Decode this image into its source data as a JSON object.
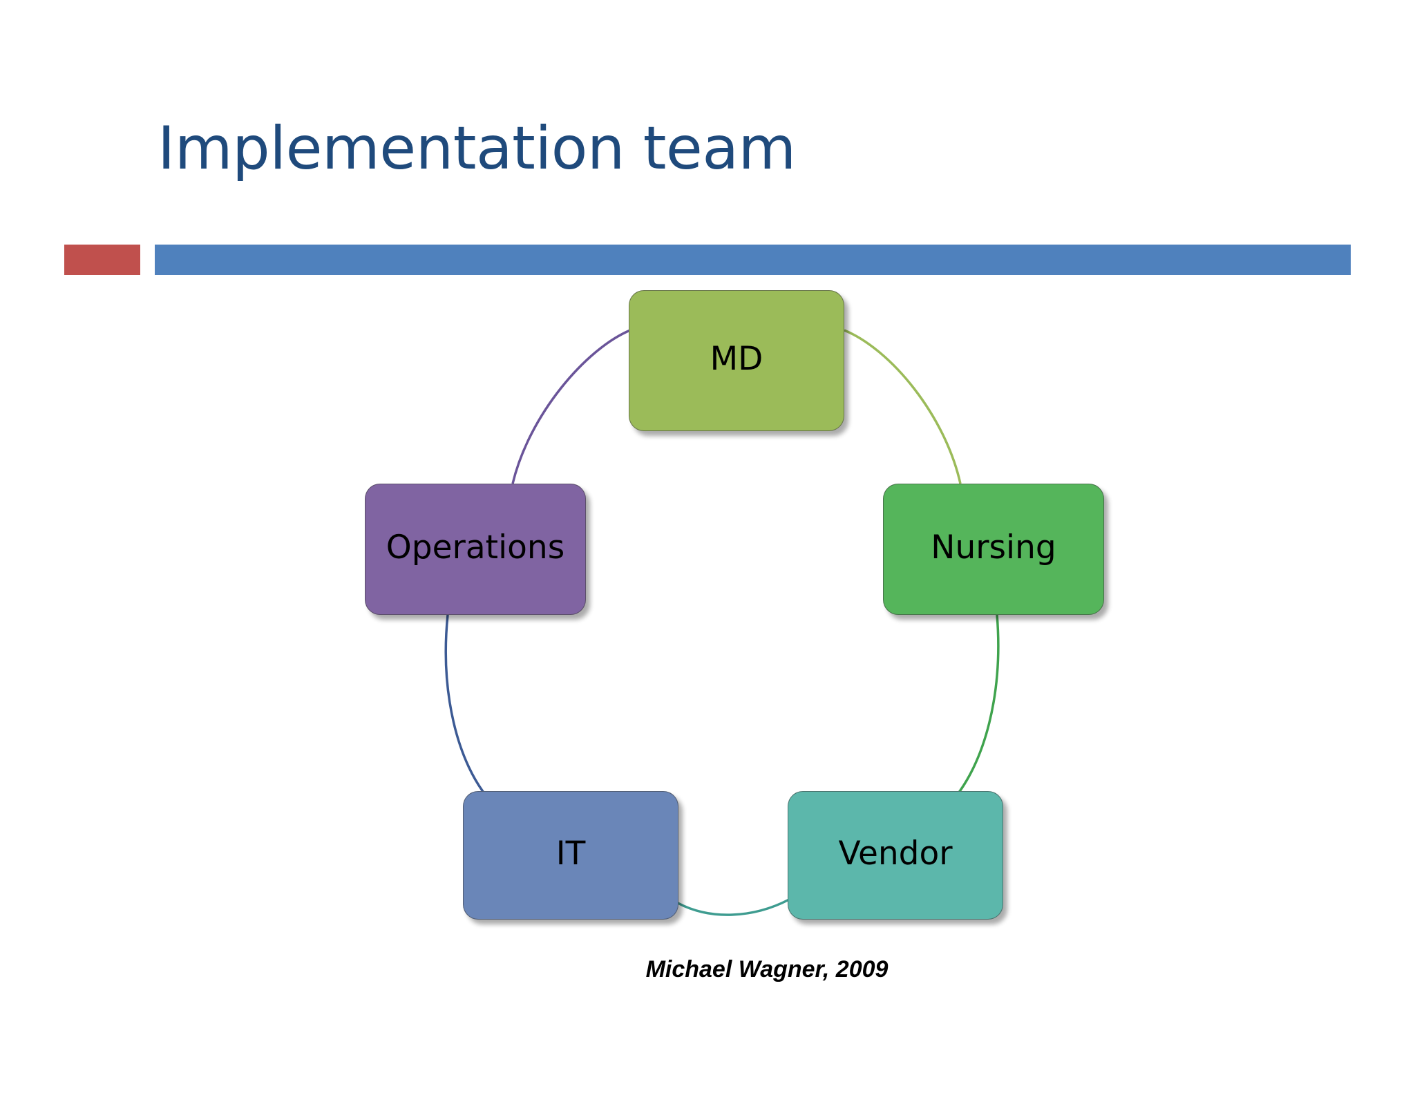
{
  "slide": {
    "title": "Implementation team",
    "title_color": "#1F4A7C",
    "background": "#ffffff",
    "caption": "Michael Wagner, 2009"
  },
  "divider": {
    "accent_color": "#C0504D",
    "bar_color": "#4F81BD"
  },
  "diagram": {
    "type": "cycle",
    "nodes": [
      {
        "id": "md",
        "label": "MD",
        "color": "#9BBB59",
        "position": "top"
      },
      {
        "id": "nursing",
        "label": "Nursing",
        "color": "#55B55B",
        "position": "right"
      },
      {
        "id": "vendor",
        "label": "Vendor",
        "color": "#5CB7AB",
        "position": "bottom-right"
      },
      {
        "id": "it",
        "label": "IT",
        "color": "#6A86B8",
        "position": "bottom-left"
      },
      {
        "id": "operations",
        "label": "Operations",
        "color": "#8064A2",
        "position": "left"
      }
    ],
    "arcs": [
      {
        "from": "md",
        "to": "nursing",
        "color": "#9BBB59"
      },
      {
        "from": "nursing",
        "to": "vendor",
        "color": "#3FA34D"
      },
      {
        "from": "vendor",
        "to": "it",
        "color": "#3E9C90"
      },
      {
        "from": "it",
        "to": "operations",
        "color": "#3C5A94"
      },
      {
        "from": "operations",
        "to": "md",
        "color": "#6A5499"
      }
    ]
  }
}
